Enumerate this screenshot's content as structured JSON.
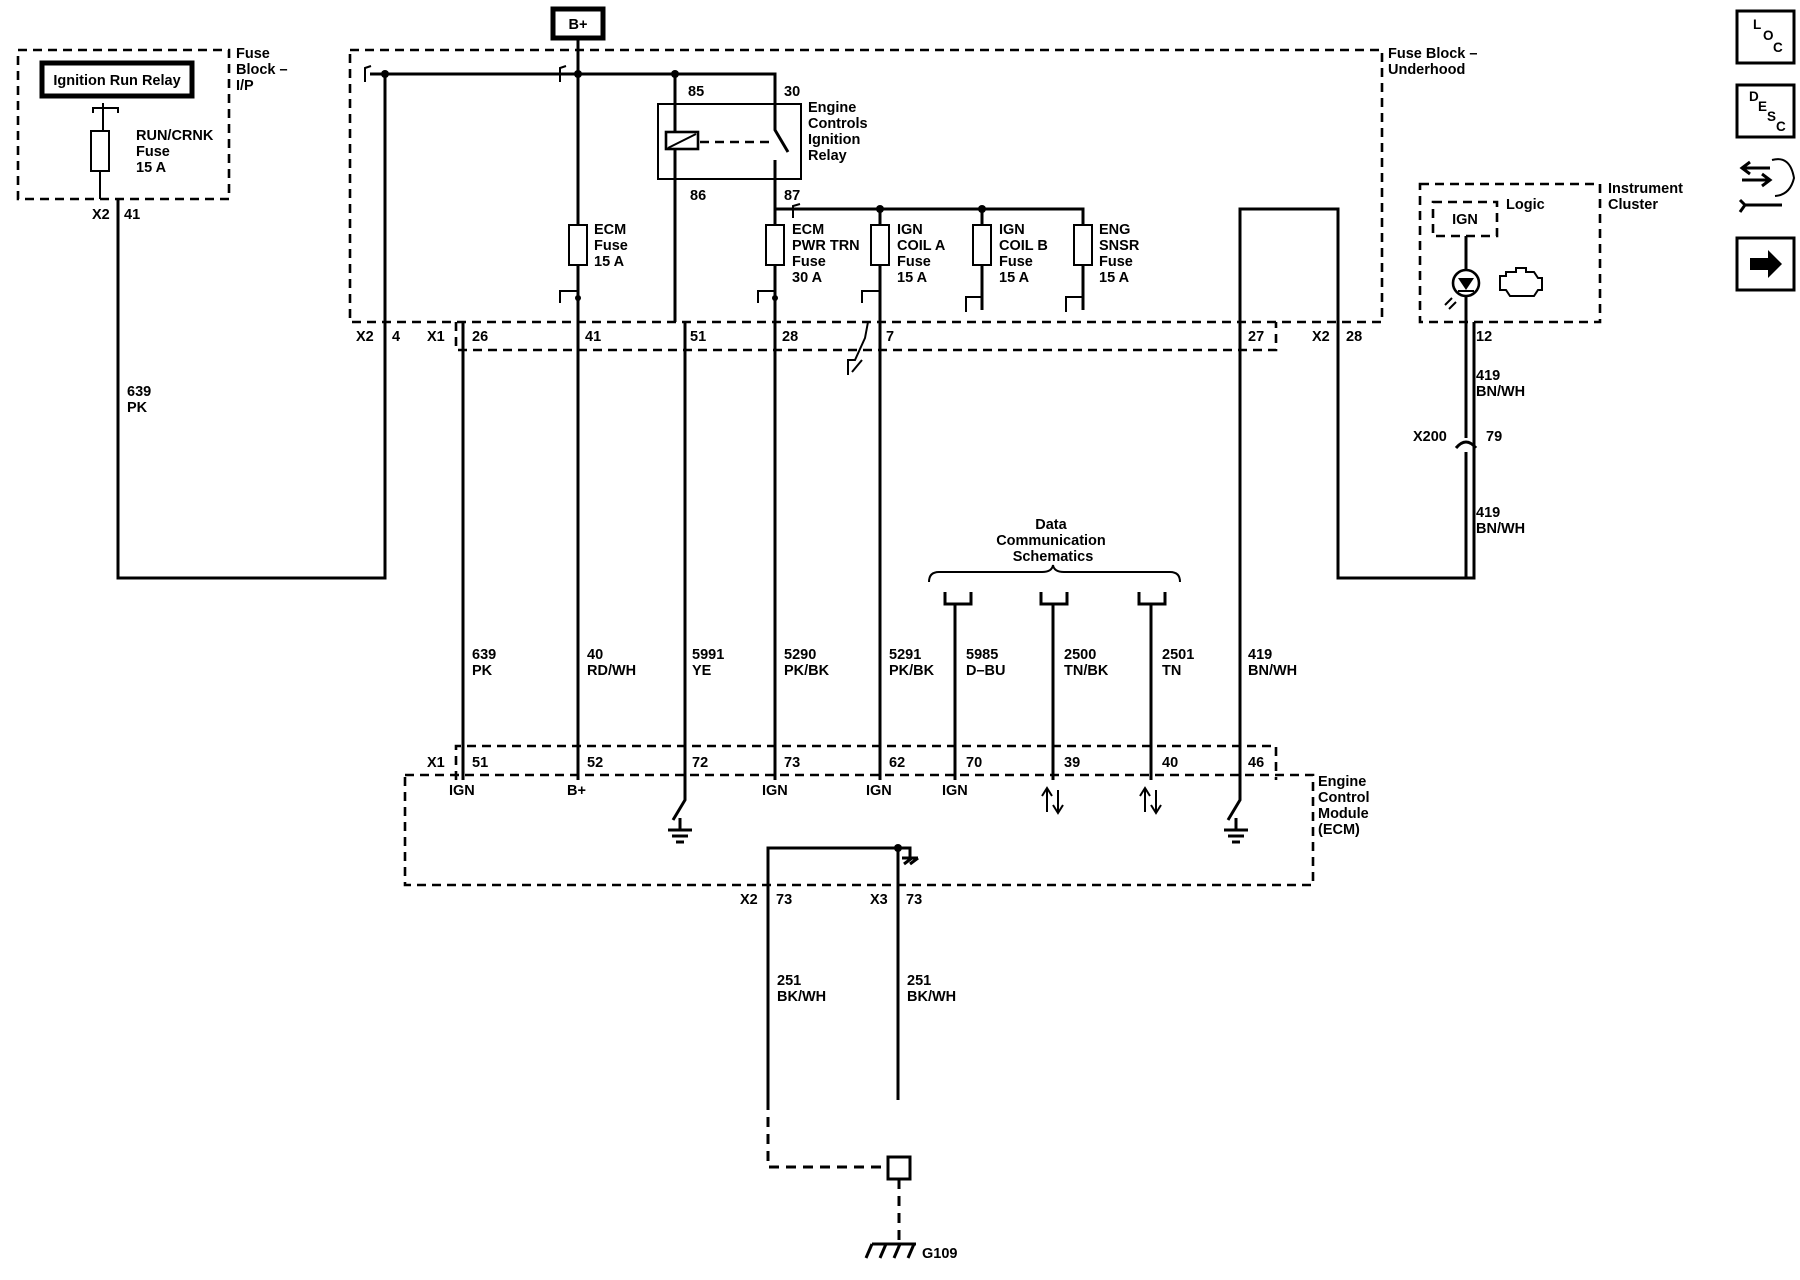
{
  "components": {
    "bplus": "B+",
    "fuse_block_ip": [
      "Fuse",
      "Block –",
      "I/P"
    ],
    "ignition_run_relay": "Ignition Run Relay",
    "run_crnk_fuse": [
      "RUN/CRNK",
      "Fuse",
      "15 A"
    ],
    "fuse_block_underhood": [
      "Fuse Block –",
      "Underhood"
    ],
    "engine_controls_relay": [
      "Engine",
      "Controls",
      "Ignition",
      "Relay"
    ],
    "relay_pins": {
      "p85": "85",
      "p30": "30",
      "p86": "86",
      "p87": "87"
    },
    "fuses": [
      {
        "label": [
          "ECM",
          "Fuse",
          "15 A"
        ]
      },
      {
        "label": [
          "ECM",
          "PWR TRN",
          "Fuse",
          "30 A"
        ]
      },
      {
        "label": [
          "IGN",
          "COIL A",
          "Fuse",
          "15 A"
        ]
      },
      {
        "label": [
          "IGN",
          "COIL B",
          "Fuse",
          "15 A"
        ]
      },
      {
        "label": [
          "ENG",
          "SNSR",
          "Fuse",
          "15 A"
        ]
      }
    ],
    "instrument_cluster": [
      "Instrument",
      "Cluster"
    ],
    "ic_logic": "Logic",
    "ic_ign": "IGN",
    "ecm": [
      "Engine",
      "Control",
      "Module",
      "(ECM)"
    ],
    "data_comm": [
      "Data",
      "Communication",
      "Schematics"
    ],
    "ground": "G109"
  },
  "connectors": {
    "x2": "X2",
    "x1": "X1",
    "x3": "X3",
    "x200": "X200",
    "ip_x2_pin": "41",
    "uh_x2_left_pin": "4",
    "uh_x1_pins": [
      "26",
      "41",
      "51",
      "28",
      "7",
      "27"
    ],
    "uh_x2_right_pin": "28",
    "ic_pin": "12",
    "x200_pin": "79",
    "ecm_x1_pins": [
      "51",
      "52",
      "72",
      "73",
      "62",
      "70",
      "39",
      "40",
      "46"
    ],
    "ecm_x2_pin": "73",
    "ecm_x3_pin": "73"
  },
  "ecm_inputs": [
    "IGN",
    "B+",
    "IGN",
    "IGN",
    "IGN"
  ],
  "wires": {
    "w639_upper": [
      "639",
      "PK"
    ],
    "w639": [
      "639",
      "PK"
    ],
    "w40": [
      "40",
      "RD/WH"
    ],
    "w5991": [
      "5991",
      "YE"
    ],
    "w5290": [
      "5290",
      "PK/BK"
    ],
    "w5291": [
      "5291",
      "PK/BK"
    ],
    "w5985": [
      "5985",
      "D–BU"
    ],
    "w2500": [
      "2500",
      "TN/BK"
    ],
    "w2501": [
      "2501",
      "TN"
    ],
    "w419_ecm": [
      "419",
      "BN/WH"
    ],
    "w419_ic": [
      "419",
      "BN/WH"
    ],
    "w419_ic2": [
      "419",
      "BN/WH"
    ],
    "w251_a": [
      "251",
      "BK/WH"
    ],
    "w251_b": [
      "251",
      "BK/WH"
    ]
  },
  "nav": {
    "loc": [
      "L",
      "O",
      "C"
    ],
    "desc": [
      "D",
      "E",
      "S",
      "C"
    ]
  }
}
